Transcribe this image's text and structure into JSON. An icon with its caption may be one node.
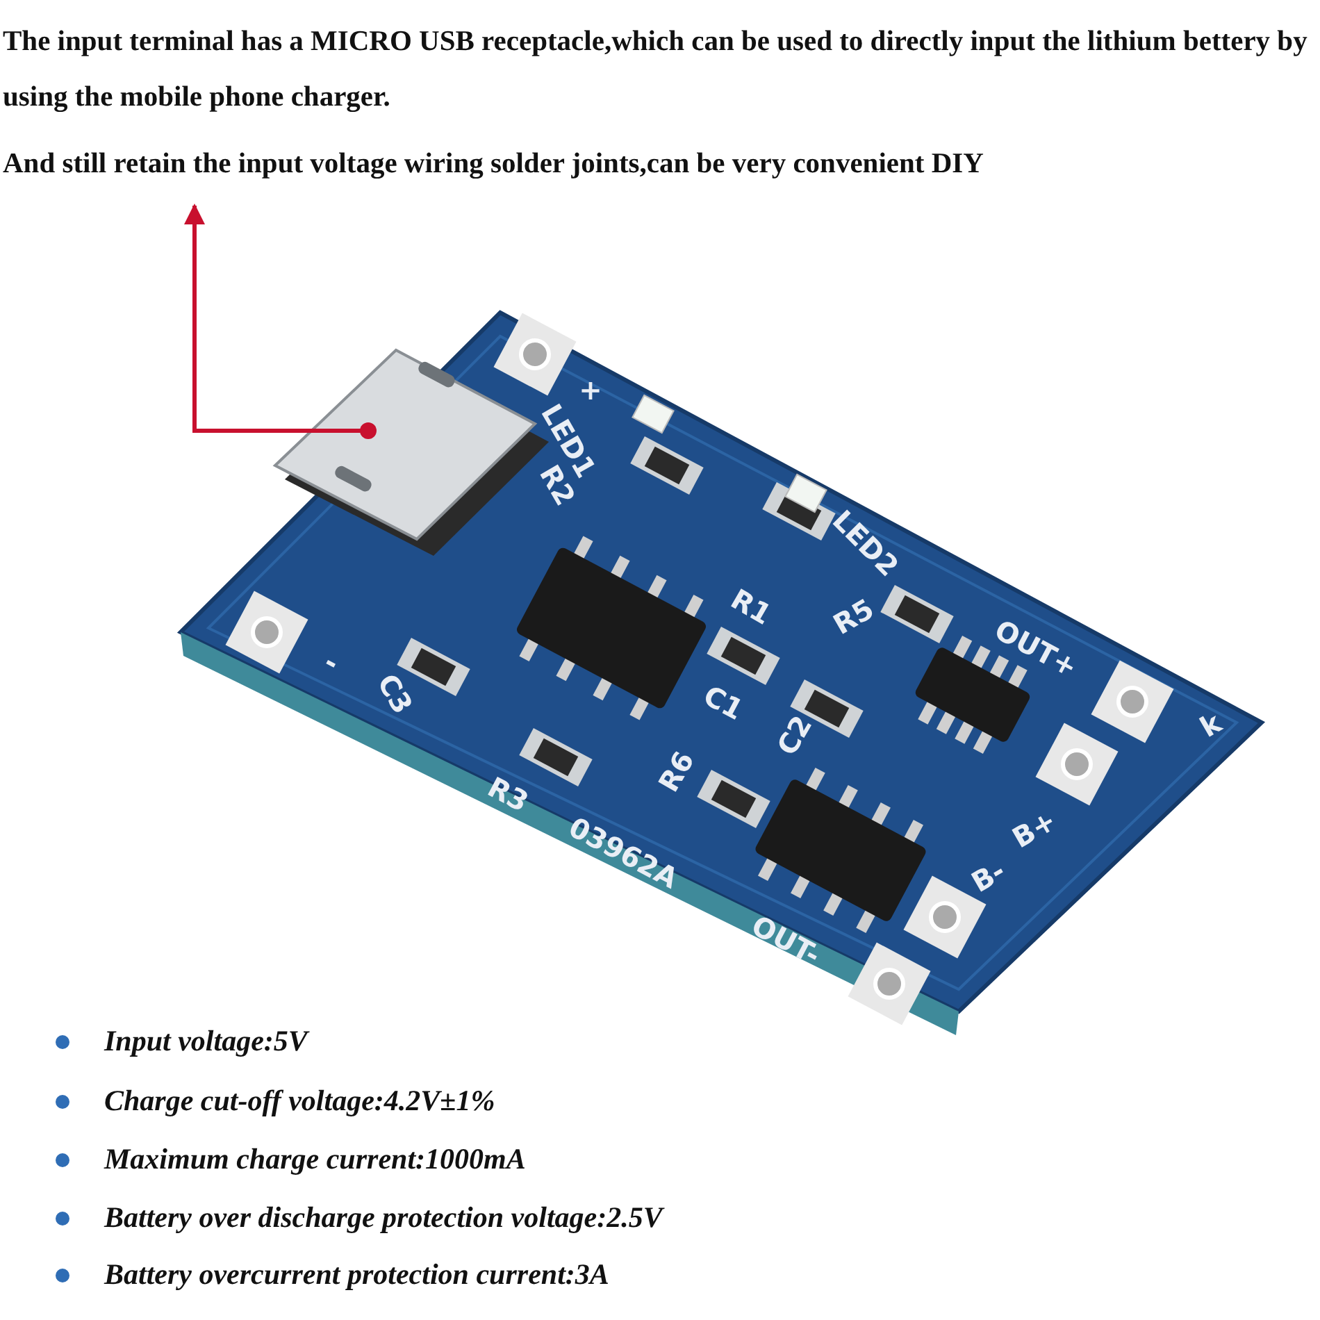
{
  "diagram": {
    "nodes": [
      {
        "text": [
          "The input terminal has a MICRO USB receptacle,which can be used to directly input the lithium bettery by using the mobile phone charger.",
          "And still retain the input voltage wiring solder joints,can be very convenient DIY"
        ]
      },
      {
        "text": [],
        "shape": "picture"
      }
    ],
    "edges": [
      {
        "from": 1,
        "to": 0,
        "arrow": "to",
        "color": "#c8102e"
      }
    ],
    "labels": [
      "+",
      "LED1",
      "R2",
      "LED2",
      "R1",
      "R5",
      "OUT+",
      "-",
      "C3",
      "C1",
      "C2",
      "k",
      "R6",
      "B+",
      "R3",
      "03962A",
      "B-",
      "OUT-",
      "Input voltage:5V",
      "Charge cut-off voltage:4.2V±1%",
      "Maximum charge current:1000mA",
      "Battery over discharge protection voltage:2.5V",
      "Battery overcurrent protection current:3A"
    ]
  }
}
